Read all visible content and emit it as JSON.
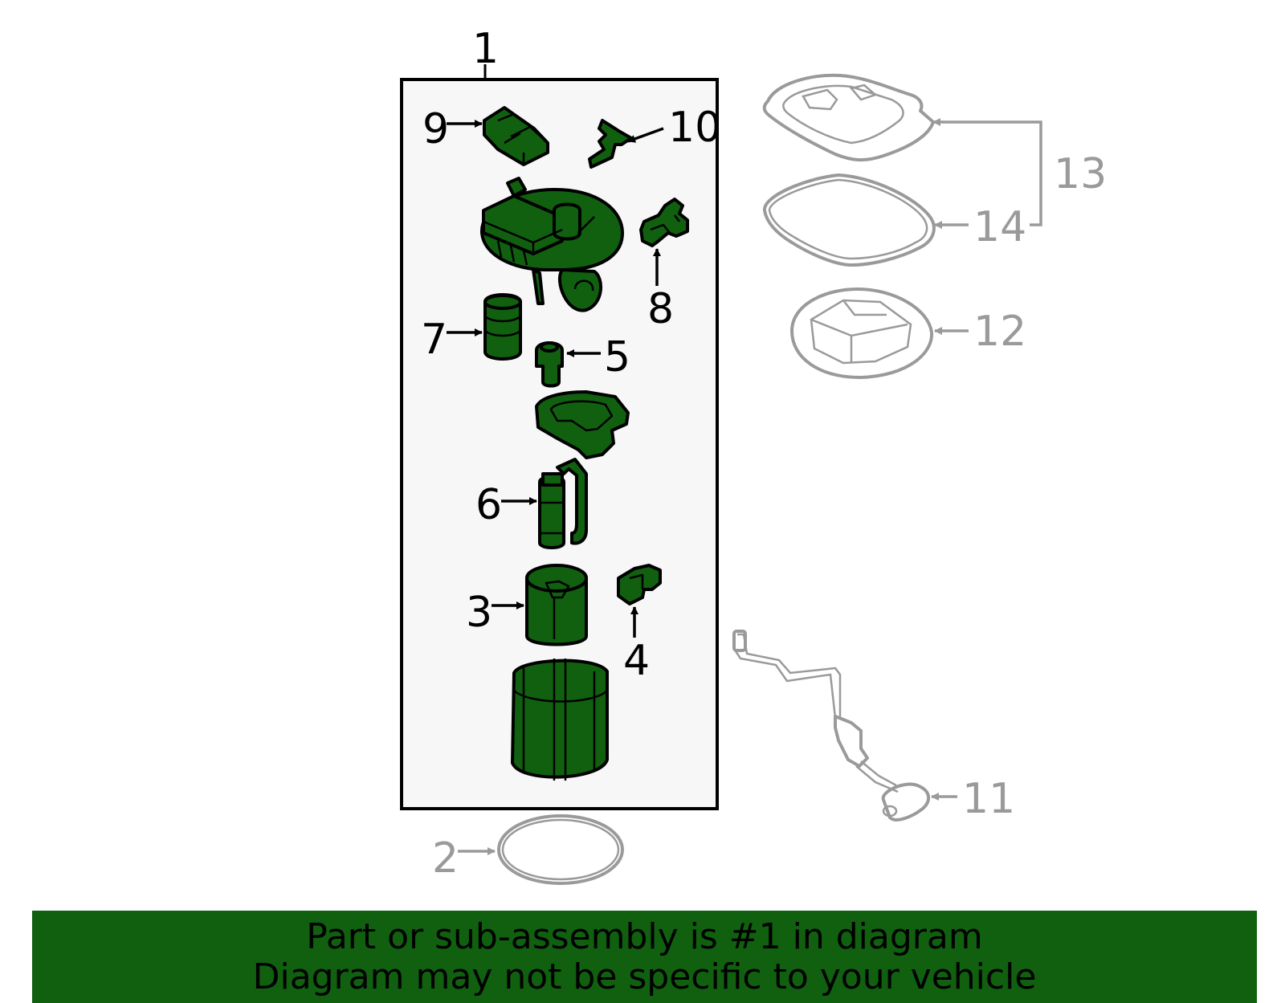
{
  "callouts": {
    "c1": "1",
    "c2": "2",
    "c3": "3",
    "c4": "4",
    "c5": "5",
    "c6": "6",
    "c7": "7",
    "c8": "8",
    "c9": "9",
    "c10": "10",
    "c11": "11",
    "c12": "12",
    "c13": "13",
    "c14": "14"
  },
  "banner": {
    "line1": "Part or sub-assembly is #1 in diagram",
    "line2": "Diagram may not be specific to your vehicle"
  },
  "colors": {
    "highlight": "#106010",
    "reference": "#9a9a9a",
    "assembly_box_fill": "#f7f7f7"
  }
}
